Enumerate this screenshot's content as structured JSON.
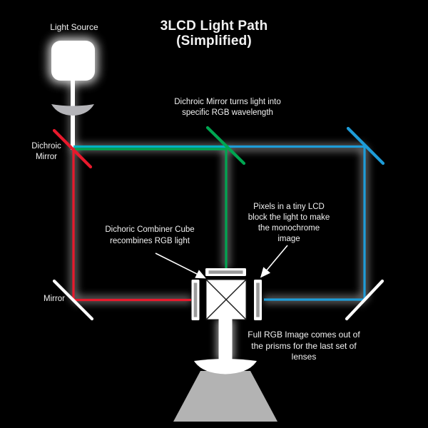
{
  "title": {
    "line1": "3LCD Light Path",
    "line2": "(Simplified)"
  },
  "labels": {
    "light_source": "Light Source",
    "dichroic_mirror_line1": "Dichroic",
    "dichroic_mirror_line2": "Mirror",
    "dichroic_note_line1": "Dichroic Mirror turns light into",
    "dichroic_note_line2": "specific RGB wavelength",
    "combiner_note_line1": "Dichoric Combiner Cube",
    "combiner_note_line2": "recombines RGB light",
    "lcd_note_line1": "Pixels in a tiny LCD",
    "lcd_note_line2": "block the light to make",
    "lcd_note_line3": "the monochrome",
    "lcd_note_line4": "image",
    "mirror": "Mirror",
    "output_note_line1": "Full RGB Image comes out of",
    "output_note_line2": "the prisms for the last set of",
    "output_note_line3": "lenses"
  },
  "colors": {
    "background": "#000000",
    "text": "#F2F2F2",
    "red_beam": "#E8192C",
    "green_beam": "#00A651",
    "blue_beam": "#1E9CD8",
    "cyan_beam": "#00B2C3",
    "white_beam": "#FFFFFF",
    "mirror_white": "#FFFFFF",
    "lens_gray": "#B4B4B8",
    "cone_gray": "#B3B3B3",
    "lcd_inner_gray": "#9B9B9B",
    "cube_line": "#1A1A1A"
  }
}
